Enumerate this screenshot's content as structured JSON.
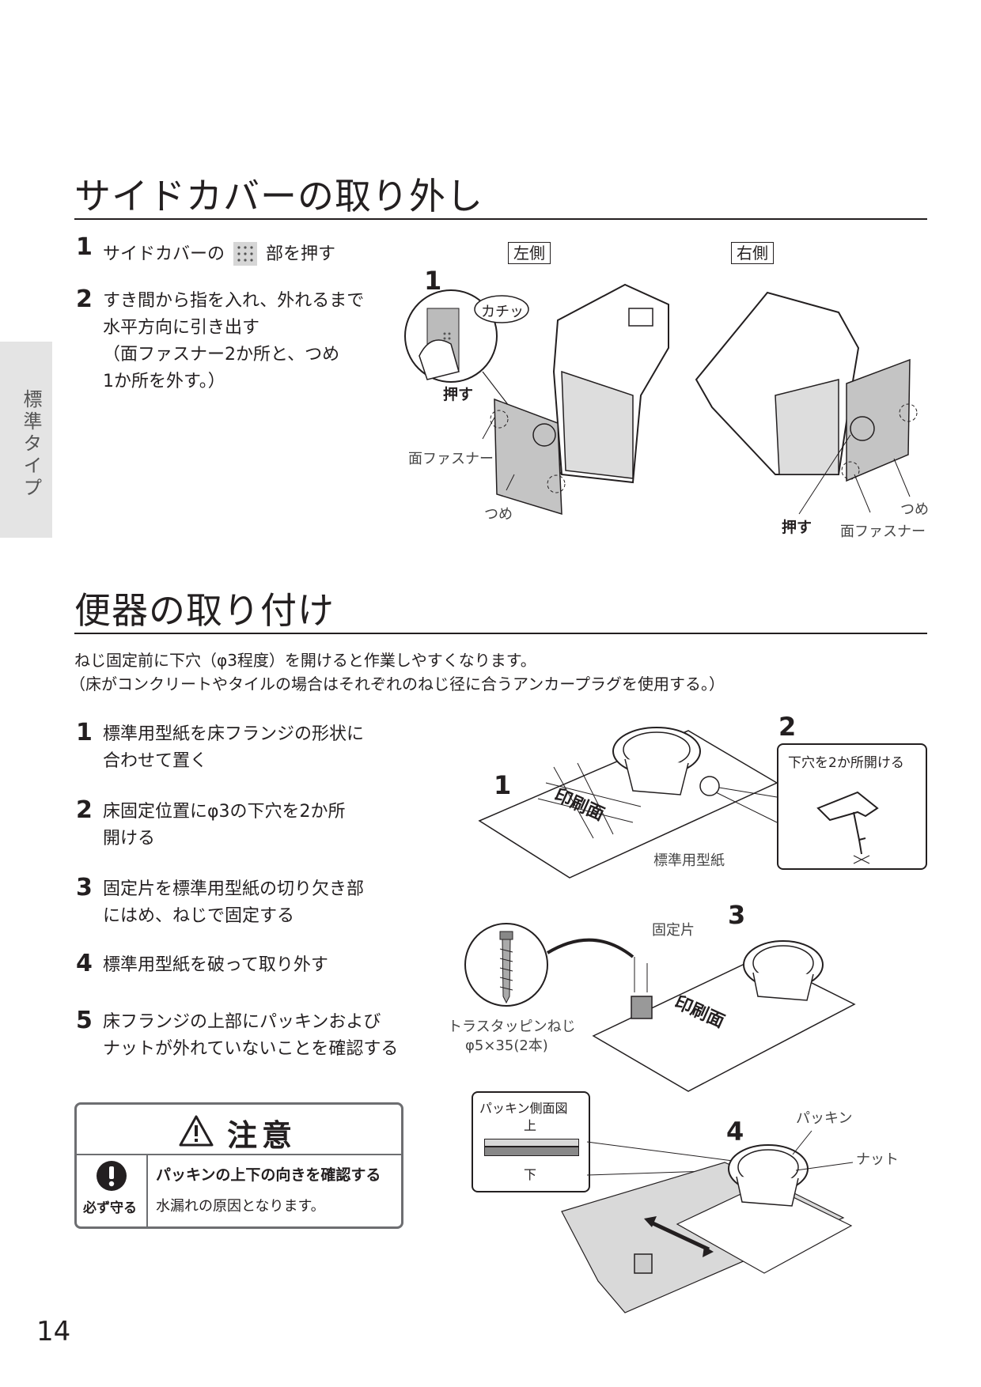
{
  "side_tab": "標準タイプ",
  "section1": {
    "title": "サイドカバーの取り外し",
    "steps": [
      {
        "num": "1",
        "text_before": "サイドカバーの",
        "text_after": "部を押す"
      },
      {
        "num": "2",
        "lines": [
          "すき間から指を入れ、外れるまで",
          "水平方向に引き出す",
          "（面ファスナー2か所と、つめ",
          "1か所を外す。）"
        ]
      }
    ],
    "figure": {
      "left_label": "左側",
      "right_label": "右側",
      "step_num": "1",
      "sound": "カチッ",
      "push": "押す",
      "push_right": "押す",
      "fastener_left": "面ファスナー",
      "fastener_right": "面ファスナー",
      "claw_left": "つめ",
      "claw_right": "つめ"
    }
  },
  "section2": {
    "title": "便器の取り付け",
    "note_lines": [
      "ねじ固定前に下穴（φ3程度）を開けると作業しやすくなります。",
      "（床がコンクリートやタイルの場合はそれぞれのねじ径に合うアンカープラグを使用する。）"
    ],
    "steps": [
      {
        "num": "1",
        "lines": [
          "標準用型紙を床フランジの形状に",
          "合わせて置く"
        ]
      },
      {
        "num": "2",
        "lines": [
          "床固定位置にφ3の下穴を2か所",
          "開ける"
        ]
      },
      {
        "num": "3",
        "lines": [
          "固定片を標準用型紙の切り欠き部",
          "にはめ、ねじで固定する"
        ]
      },
      {
        "num": "4",
        "lines": [
          "標準用型紙を破って取り外す"
        ]
      },
      {
        "num": "5",
        "lines": [
          "床フランジの上部にパッキンおよび",
          "ナットが外れていないことを確認する"
        ]
      }
    ],
    "figures": {
      "fig1_num": "1",
      "fig2_num": "2",
      "fig3_num": "3",
      "fig4_num": "4",
      "printed_side_1": "印刷面",
      "printed_side_3": "印刷面",
      "template": "標準用型紙",
      "drill_holes": "下穴を2か所開ける",
      "fixing_piece": "固定片",
      "screw_name": "トラスタッピンねじ",
      "screw_size": "φ5×35(2本)",
      "packing_section": "パッキン側面図",
      "top": "上",
      "bottom": "下",
      "packing": "パッキン",
      "nut": "ナット"
    },
    "caution": {
      "title": "注意",
      "must": "必ず守る",
      "heading": "パッキンの上下の向きを確認する",
      "body": "水漏れの原因となります。"
    }
  },
  "page_number": "14"
}
